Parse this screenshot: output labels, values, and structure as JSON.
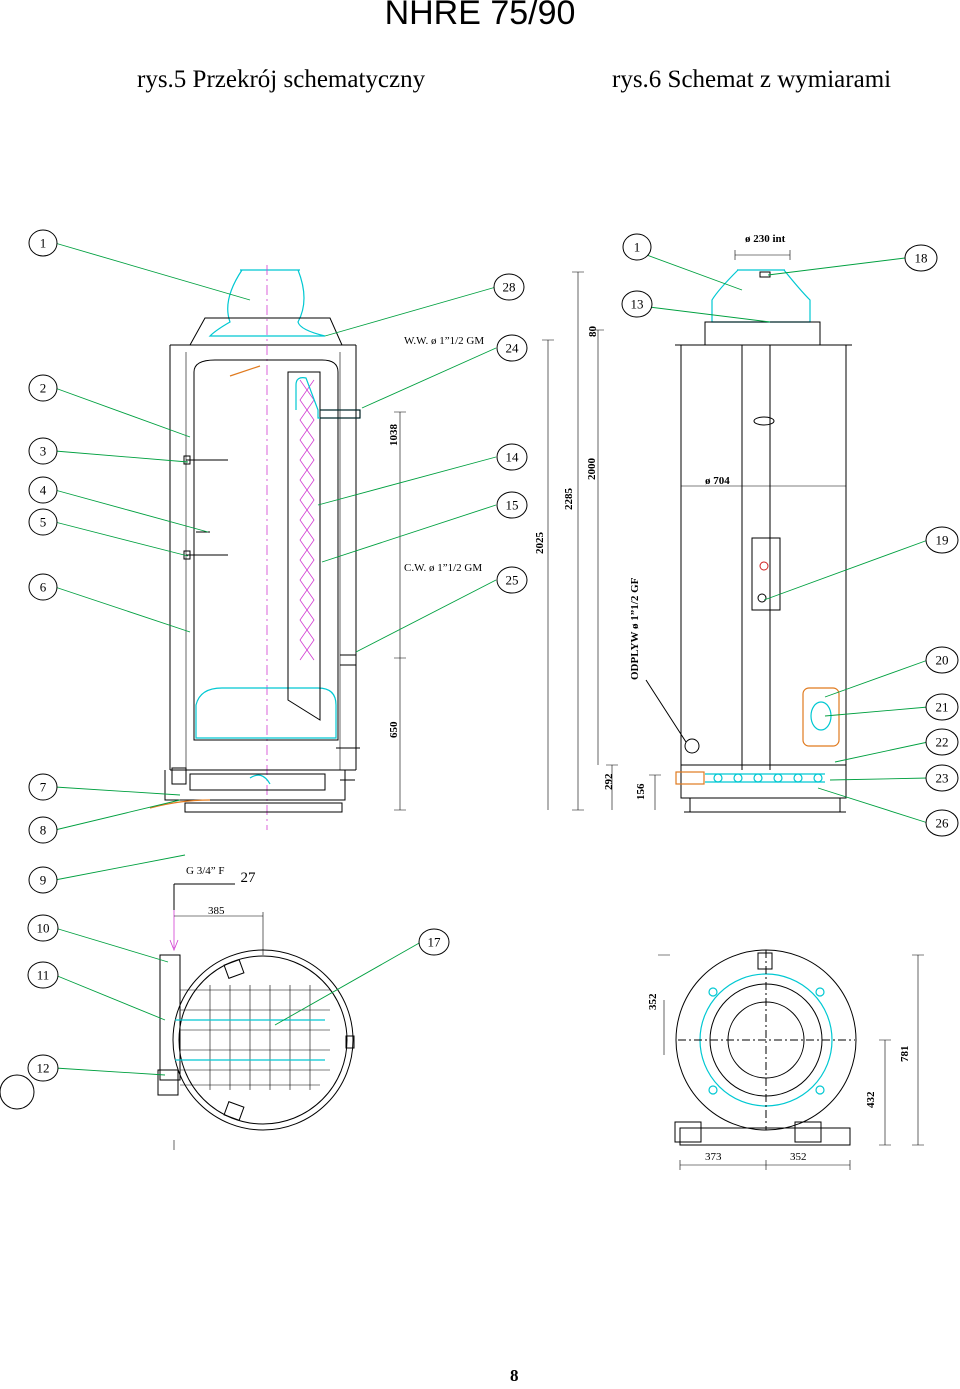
{
  "header": {
    "title": "NHRE  75/90",
    "caption_left": "rys.5 Przekrój schematyczny",
    "caption_right": "rys.6 Schemat z wymiarami"
  },
  "callouts": {
    "c1": "1",
    "c2": "2",
    "c3": "3",
    "c4": "4",
    "c5": "5",
    "c6": "6",
    "c7": "7",
    "c8": "8",
    "c9": "9",
    "c10": "10",
    "c11": "11",
    "c12": "12",
    "c13": "13",
    "c14": "14",
    "c15": "15",
    "c17": "17",
    "c18": "18",
    "c19": "19",
    "c20": "20",
    "c21": "21",
    "c22": "22",
    "c23": "23",
    "c24": "24",
    "c25": "25",
    "c26": "26",
    "c27": "27",
    "c28": "28",
    "c1b": "1"
  },
  "labels": {
    "hot_water": "W.W. ø 1”1/2 GM",
    "cold_water": "C.W. ø 1”1/2 GM",
    "gas": "G 3/4” F",
    "flue": "ø 230 int",
    "diameter": "ø 704",
    "drain": "ODPLYW    ø 1”1/2 GF"
  },
  "dimensions": {
    "d1038": "1038",
    "d650": "650",
    "d2025": "2025",
    "d2285": "2285",
    "d2000": "2000",
    "d80": "80",
    "d292": "292",
    "d156": "156",
    "d385": "385",
    "d352": "352",
    "d432": "432",
    "d781": "781",
    "d373": "373",
    "d352b": "352"
  },
  "page": {
    "number": "8"
  },
  "colors": {
    "cyan": "#00c8d2",
    "magenta": "#d23cd2",
    "green": "#20b040",
    "orange": "#e07a1e",
    "red": "#d02020"
  }
}
